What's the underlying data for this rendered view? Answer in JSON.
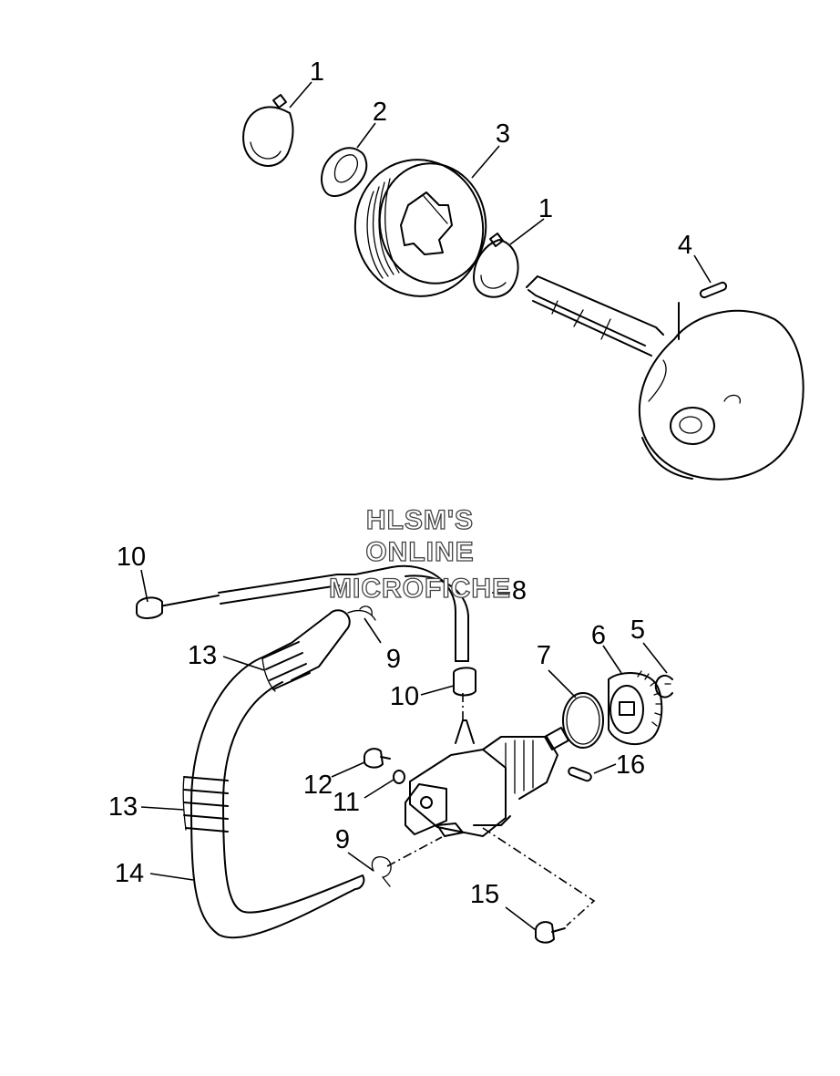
{
  "watermark": {
    "line1": "HLSM'S",
    "line2": "ONLINE",
    "line3": "MICROFICHE"
  },
  "callouts": {
    "c1a": "1",
    "c2": "2",
    "c3": "3",
    "c1b": "1",
    "c4": "4",
    "c10a": "10",
    "c8": "8",
    "c9a": "9",
    "c13a": "13",
    "c10b": "10",
    "c7": "7",
    "c6": "6",
    "c5": "5",
    "c16": "16",
    "c12": "12",
    "c11": "11",
    "c13b": "13",
    "c9b": "9",
    "c14": "14",
    "c15": "15"
  }
}
